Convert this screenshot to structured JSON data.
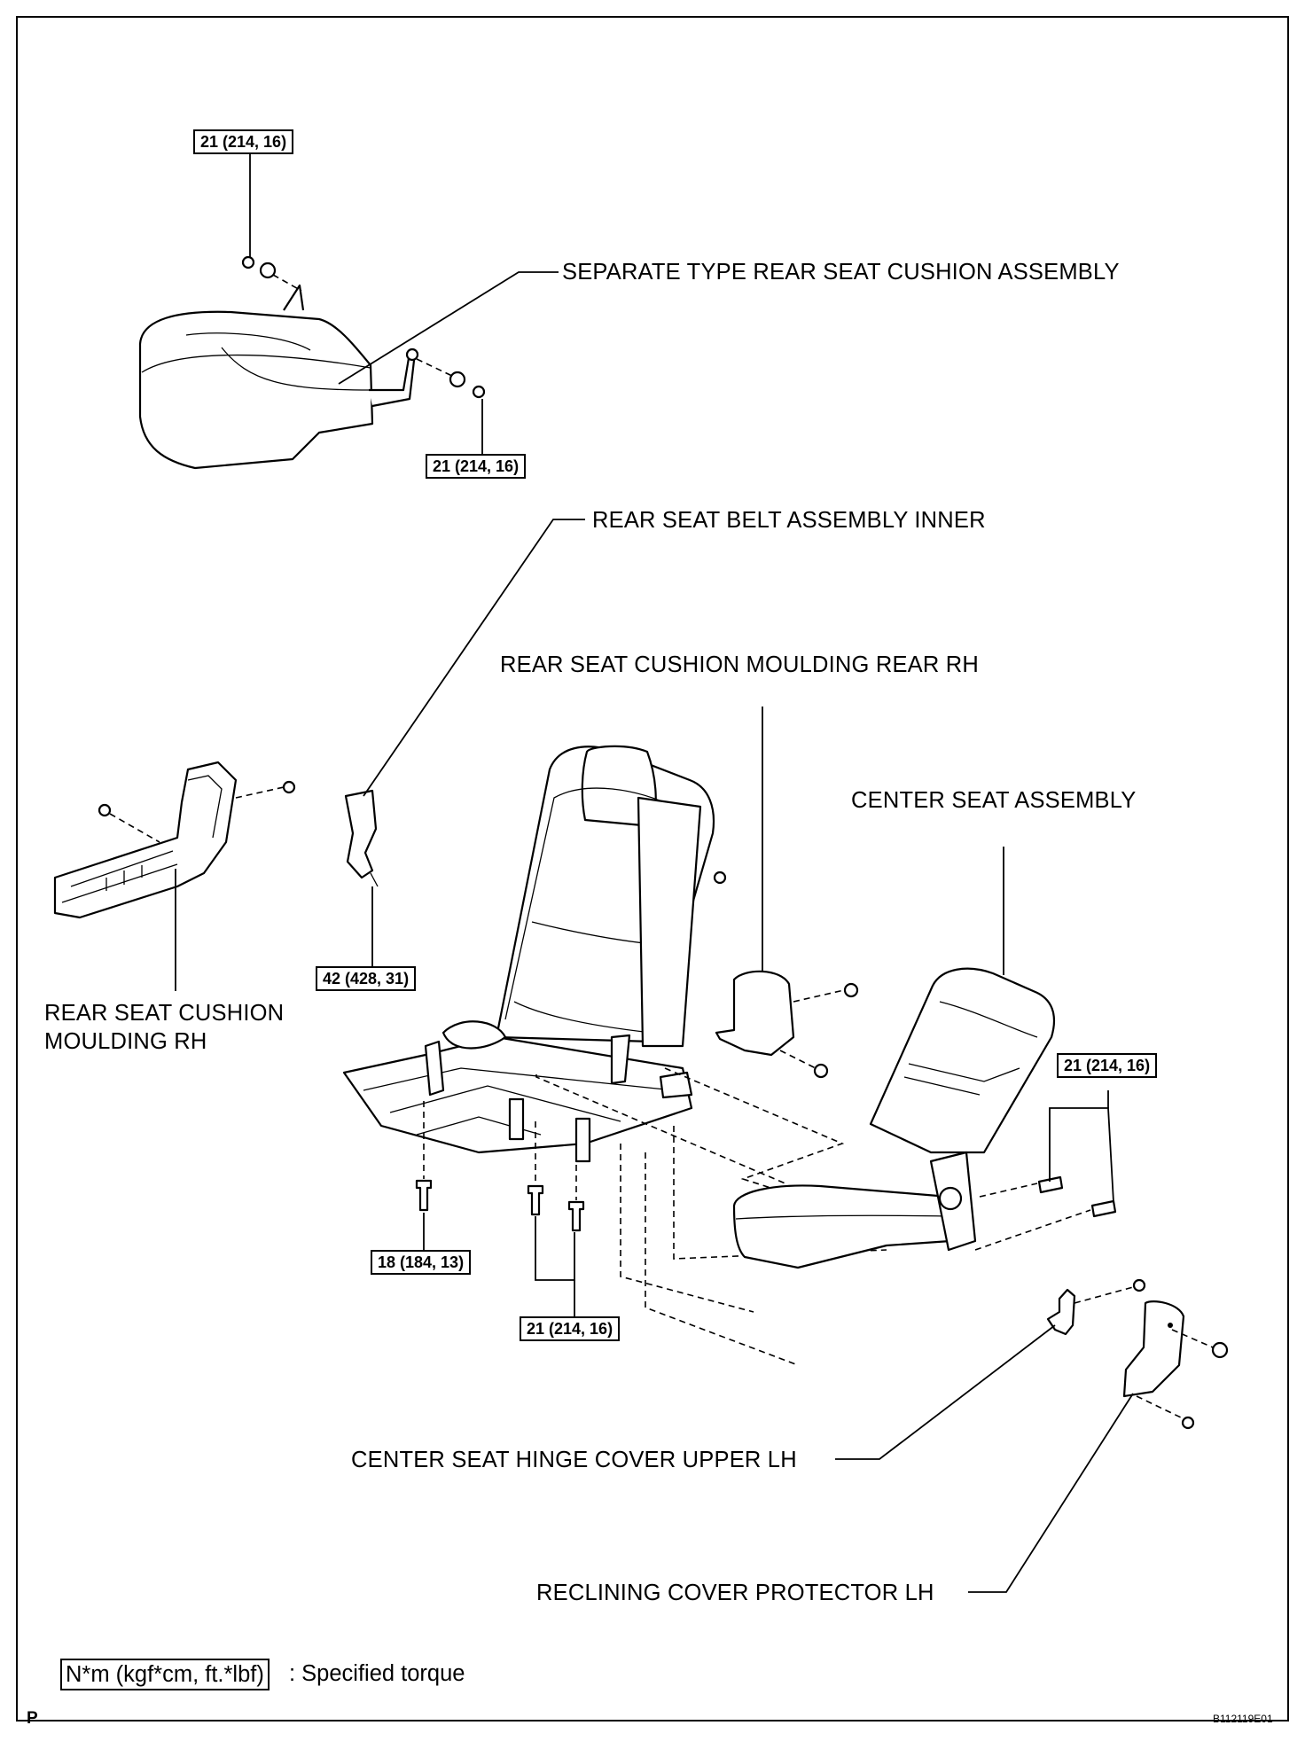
{
  "labels": {
    "separate_cushion": "SEPARATE TYPE REAR SEAT CUSHION ASSEMBLY",
    "belt_inner": "REAR SEAT BELT ASSEMBLY INNER",
    "moulding_rear_rh": "REAR SEAT CUSHION MOULDING REAR RH",
    "center_seat": "CENTER SEAT ASSEMBLY",
    "moulding_rh_line1": "REAR SEAT CUSHION",
    "moulding_rh_line2": "MOULDING RH",
    "hinge_cover": "CENTER SEAT HINGE COVER UPPER LH",
    "reclining_cover": "RECLINING COVER PROTECTOR LH"
  },
  "torques": {
    "cushion_top": "21 (214, 16)",
    "cushion_right": "21 (214, 16)",
    "belt": "42 (428, 31)",
    "center_right": "21 (214, 16)",
    "base_left": "18 (184, 13)",
    "base_mid": "21 (214, 16)"
  },
  "legend": {
    "unit_box": "N*m (kgf*cm, ft.*lbf)",
    "text": ": Specified torque"
  },
  "corner_mark": "P",
  "figure_id": "B112119E01"
}
